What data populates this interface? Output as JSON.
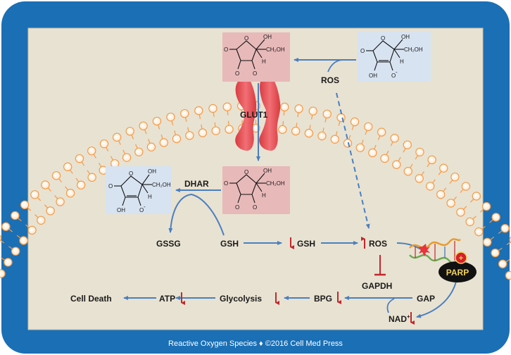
{
  "molecules": {
    "hydroxy_label": "OH",
    "side_chain_label": "CH₂OH",
    "side_chain_prefix": "CH",
    "side_chain_sub": "2",
    "side_chain_suffix": "OH",
    "carbonyl_label": "O",
    "ring_oxygen_label": "O",
    "h_label": "H",
    "anion_superscript": "-"
  },
  "labels": {
    "ros_top": "ROS",
    "glut1": "GLUT1",
    "dhar": "DHAR",
    "gssg": "GSSG",
    "gsh_left": "GSH",
    "gsh_right": "GSH",
    "ros_main": "ROS",
    "gapdh": "GAPDH",
    "gap": "GAP",
    "parp": "PARP",
    "parp_plus": "+",
    "nad_base": "NAD",
    "nad_sup": "+",
    "bpg": "BPG",
    "glycolysis": "Glycolysis",
    "atp": "ATP",
    "cell_death": "Cell Death"
  },
  "colors": {
    "frame": "#1a6fb5",
    "inner_background": "#e8e2d2",
    "pink_box": "#e8b9b9",
    "blue_box": "#d7e3f1",
    "arrow": "#4a7fc0",
    "down_arrow": "#c0282d",
    "glut1": "#e84a4f",
    "lipid": "#f39c4a",
    "parp_oval": "#111111",
    "parp_text": "#f2d35a"
  },
  "footer": "Reactive Oxygen Species ♦ ©2016 Cell Med Press"
}
